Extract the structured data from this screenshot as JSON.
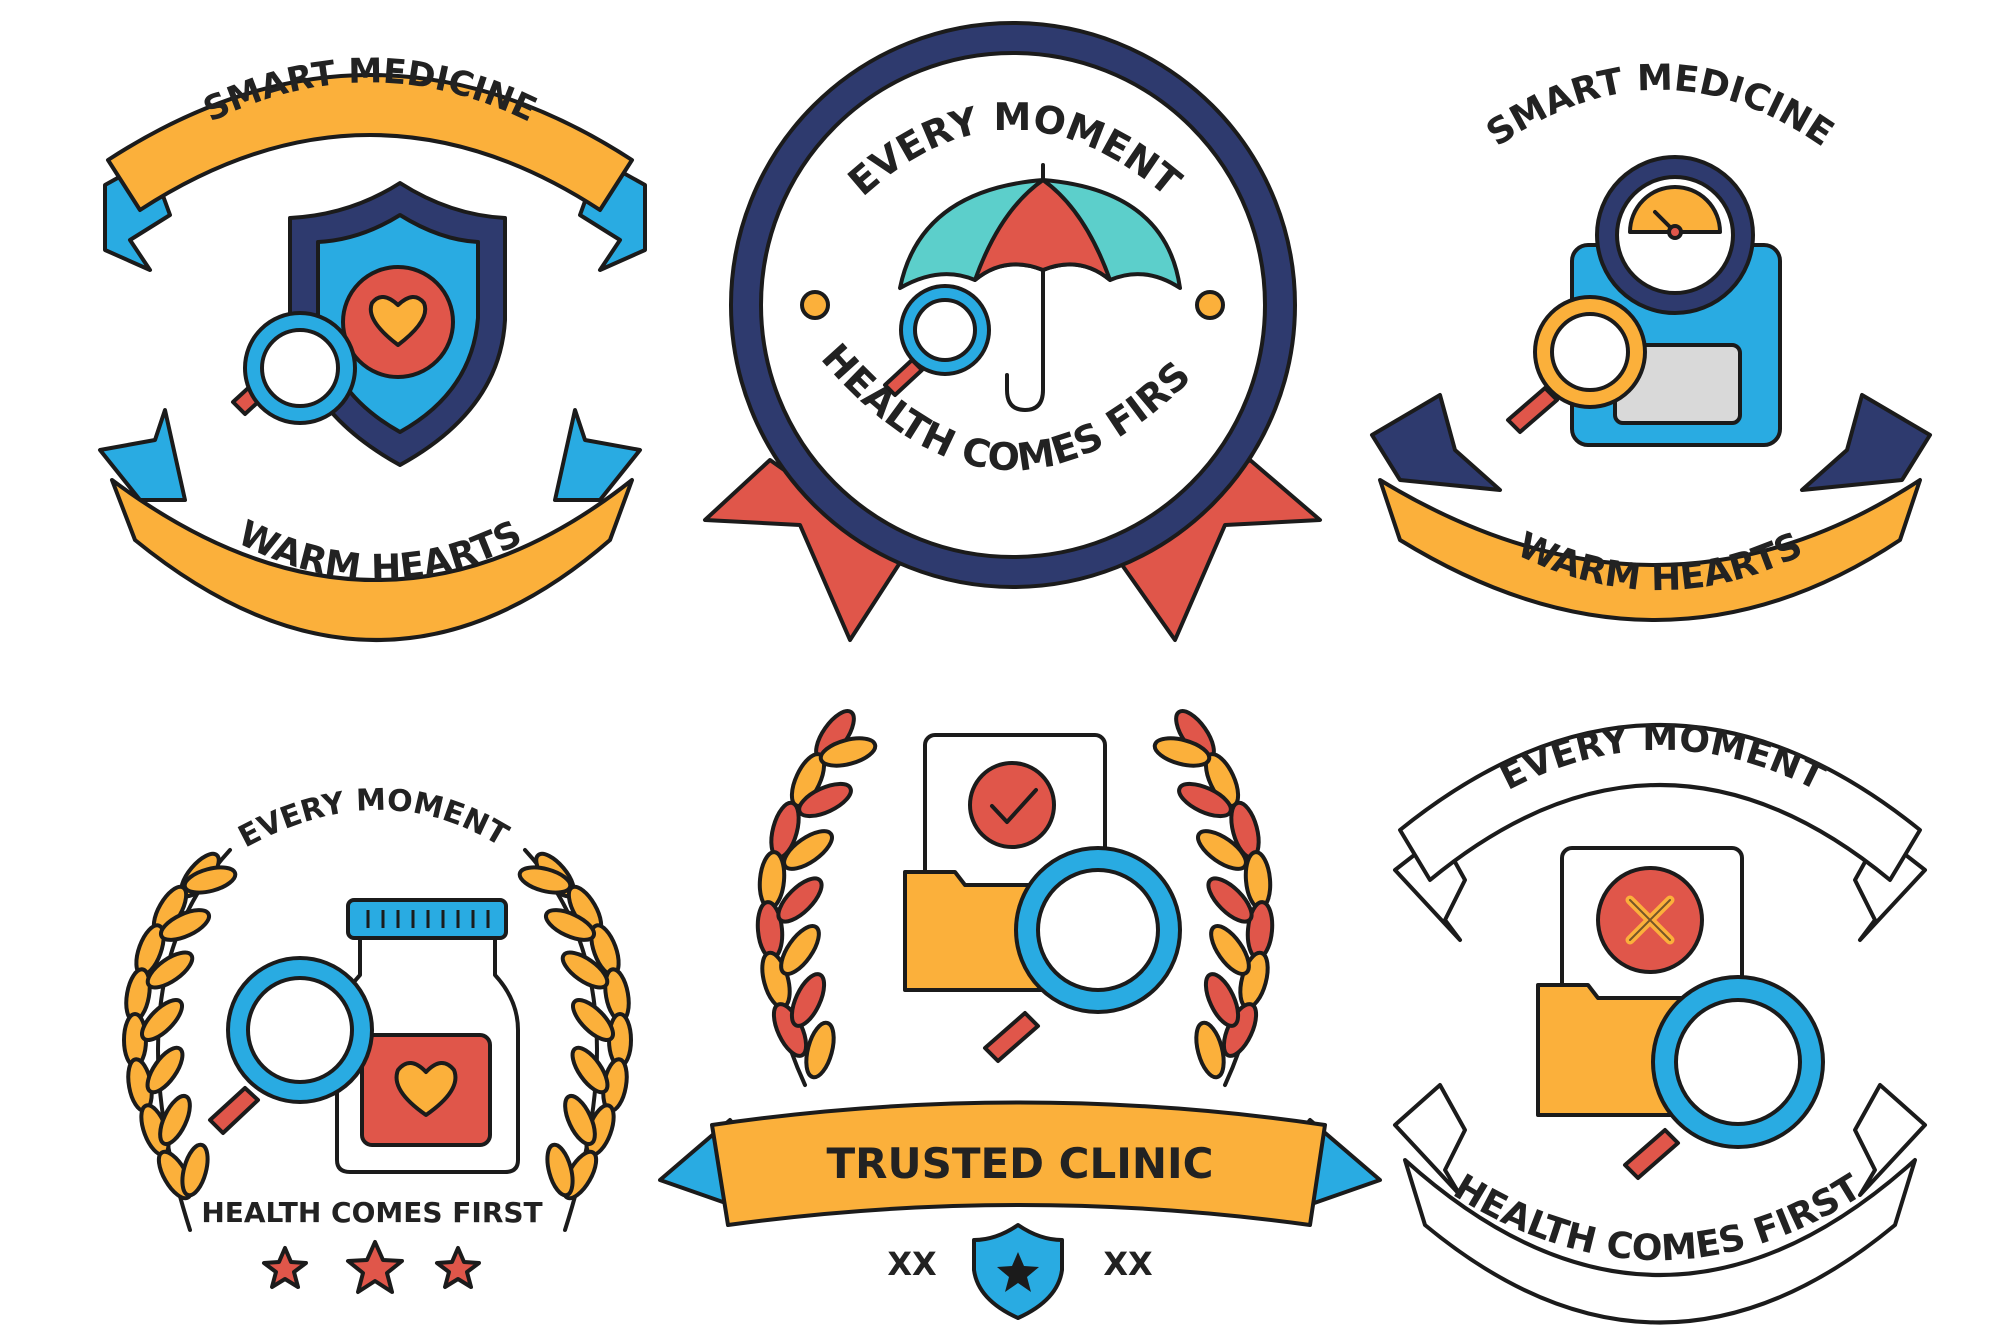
{
  "badges": [
    {
      "top": "SMART MEDICINE",
      "bottom": "WARM HEARTS"
    },
    {
      "top": "EVERY MOMENT",
      "bottom": "HEALTH COMES FIRST"
    },
    {
      "top": "SMART MEDICINE",
      "bottom": "WARM HEARTS"
    },
    {
      "top": "EVERY MOMENT",
      "bottom": "HEALTH COMES FIRST"
    },
    {
      "banner": "TRUSTED CLINIC",
      "left_mark": "XX",
      "right_mark": "XX"
    },
    {
      "top": "EVERY MOMENT",
      "bottom": "HEALTH COMES FIRST"
    }
  ],
  "colors": {
    "yellow": "#FBB03B",
    "blue": "#29ABE2",
    "navy": "#2E3A6E",
    "red": "#E0564A",
    "teal": "#5CCFCB",
    "outline": "#1B1B1B"
  },
  "icons": [
    "shield-heart-icon",
    "umbrella-icon",
    "blood-pressure-scale-icon",
    "medicine-jar-icon",
    "approved-document-icon",
    "rejected-document-icon",
    "magnifier-icon",
    "laurel-icon",
    "star-icon"
  ]
}
